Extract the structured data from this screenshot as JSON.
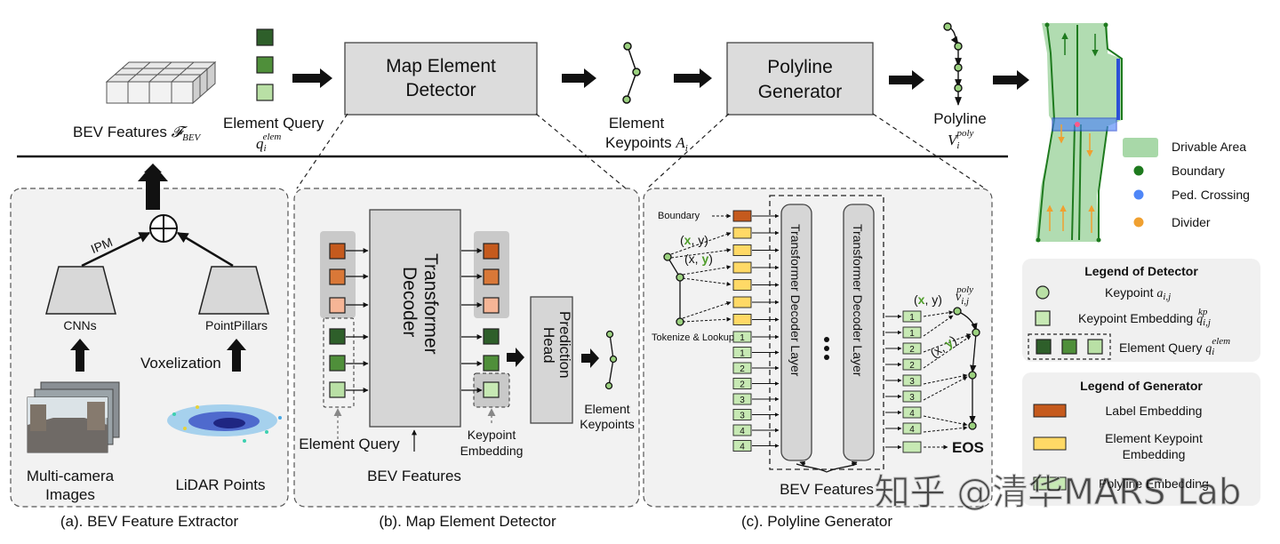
{
  "pipeline": {
    "bev_features_label": "BEV Features",
    "bev_features_symbol": "𝓕",
    "bev_features_sub": "BEV",
    "element_query_label": "Element Query",
    "element_query_symbol": "q",
    "element_query_sub": "i",
    "element_query_sup": "elem",
    "map_detector_line1": "Map Element",
    "map_detector_line2": "Detector",
    "element_keypoints_line1": "Element",
    "element_keypoints_line2": "Keypoints",
    "element_keypoints_symbol": "A",
    "element_keypoints_sub": "i",
    "polyline_generator_line1": "Polyline",
    "polyline_generator_line2": "Generator",
    "polyline_label": "Polyline",
    "polyline_symbol": "V",
    "polyline_sub": "i",
    "polyline_sup": "poly"
  },
  "map_legend": {
    "drivable": "Drivable Area",
    "boundary": "Boundary",
    "ped": "Ped. Crossing",
    "divider": "Divider"
  },
  "panel_a": {
    "ipm": "IPM",
    "cnns": "CNNs",
    "pointpillars": "PointPillars",
    "voxelization": "Voxelization",
    "multicam_line1": "Multi-camera",
    "multicam_line2": "Images",
    "lidar": "LiDAR Points",
    "caption": "(a). BEV Feature Extractor"
  },
  "panel_b": {
    "decoder_line1": "Transformer",
    "decoder_line2": "Decoder",
    "head_line1": "Prediction",
    "head_line2": "Head",
    "element_query": "Element Query",
    "bev_features": "BEV Features",
    "kp_emb_line1": "Keypoint",
    "kp_emb_line2": "Embedding",
    "elem_kp_line1": "Element",
    "elem_kp_line2": "Keypoints",
    "caption": "(b). Map Element Detector"
  },
  "panel_c": {
    "boundary": "Boundary",
    "tokenize": "Tokenize & Lookup",
    "coord_open": "(",
    "coord_x": "x",
    "coord_sep": ", ",
    "coord_y": "y",
    "coord_close": ")",
    "layer": "Transformer Decoder Layer",
    "bev_features": "BEV Features",
    "eos": "EOS",
    "v_symbol": "v",
    "v_sub": "i,j",
    "v_sup": "poly",
    "left_tokens": [
      "1",
      "1",
      "2",
      "2",
      "3",
      "3",
      "4",
      "4"
    ],
    "right_tokens": [
      "1",
      "1",
      "2",
      "2",
      "3",
      "3",
      "4",
      "4"
    ],
    "caption": "(c). Polyline Generator"
  },
  "detector_legend": {
    "title": "Legend of Detector",
    "keypoint": "Keypoint",
    "keypoint_symbol": "a",
    "keypoint_sub": "i,j",
    "kp_embedding": "Keypoint Embedding",
    "kp_embedding_symbol": "q",
    "kp_embedding_sub": "i,j",
    "kp_embedding_sup": "kp",
    "element_query": "Element Query",
    "element_query_symbol": "q",
    "element_query_sub": "i",
    "element_query_sup": "elem"
  },
  "generator_legend": {
    "title": "Legend of Generator",
    "label_embedding": "Label Embedding",
    "elem_kp_emb_line1": "Element Keypoint",
    "elem_kp_emb_line2": "Embedding",
    "polyline_embedding": "Polyline Embedding"
  },
  "watermark": "知乎 @清华MARS Lab",
  "colors": {
    "query_dark": "#2e5f2a",
    "query_mid": "#4f8f3a",
    "query_light": "#b9e0a5",
    "label_orange": "#c55a1d",
    "label_orange_mid": "#d97838",
    "label_orange_light": "#f6b596",
    "kp_yellow": "#ffd966",
    "poly_green": "#c7e9b4",
    "drivable": "#a8d8a8",
    "boundary": "#1e7a1e",
    "ped": "#4f86f7",
    "divider": "#f0a030"
  }
}
